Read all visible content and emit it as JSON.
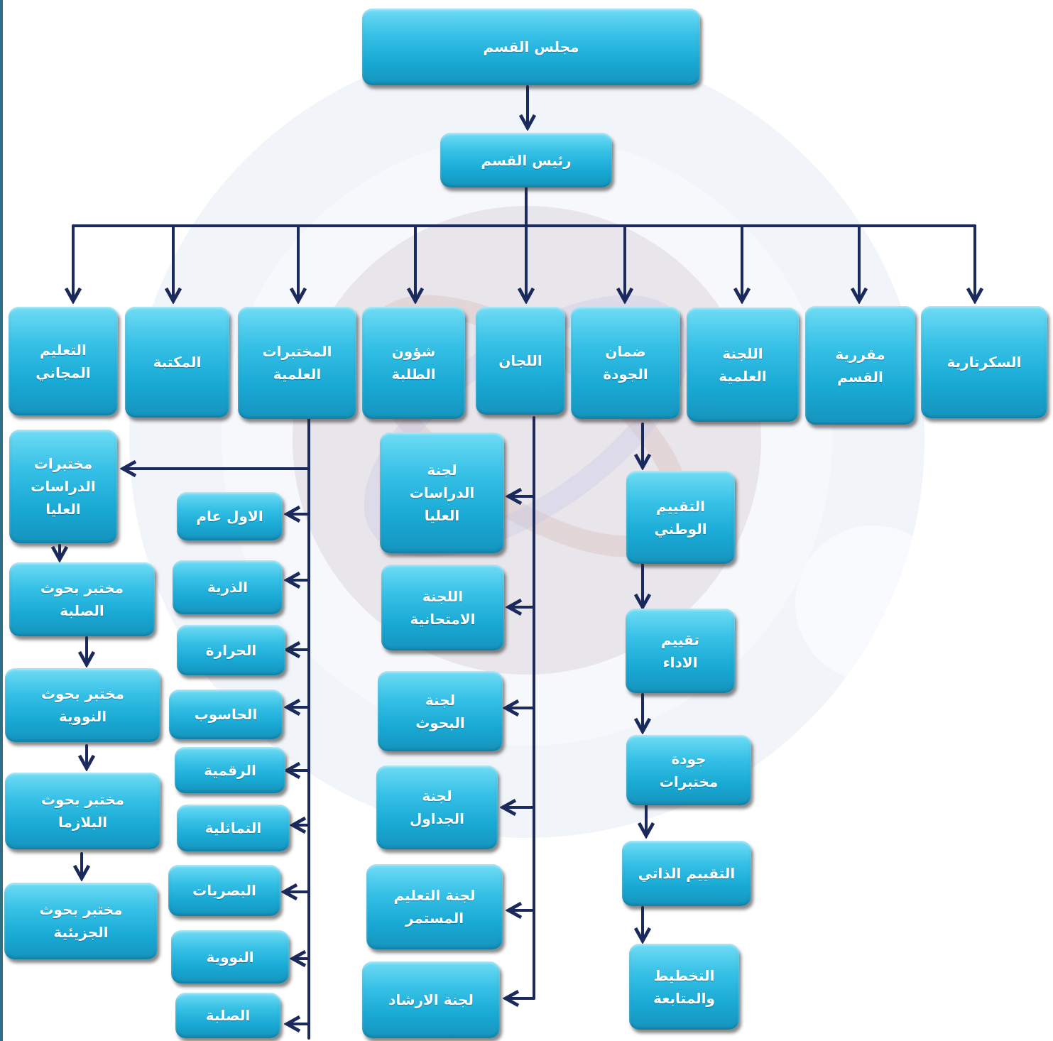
{
  "colors": {
    "box_top": "#6fdcf5",
    "box_bottom": "#1694bd",
    "line": "#1b2a5c",
    "text": "#ffffff"
  },
  "top": {
    "council": "مجلس القسم",
    "head": "رئيس القسم"
  },
  "departments": {
    "secretariat": "السكرتارية",
    "rapporteur": "مقررية\nالقسم",
    "scientific_committee": "اللجنة\nالعلمية",
    "quality_assurance": "ضمان\nالجودة",
    "committees": "اللجان",
    "student_affairs": "شؤون\nالطلبة",
    "scientific_labs": "المختبرات\nالعلمية",
    "library": "المكتبة",
    "free_education": "التعليم\nالمجاني"
  },
  "graduate_labs": {
    "title": "مختبرات\nالدراسات\nالعليا",
    "items": [
      "مختبر بحوث\nالصلبة",
      "مختبر بحوث\nالنووية",
      "مختبر بحوث\nالبلازما",
      "مختبر بحوث\nالجزيئية"
    ]
  },
  "scientific_labs_items": [
    "الاول عام",
    "الذرية",
    "الحرارة",
    "الحاسوب",
    "الرقمية",
    "التماثلية",
    "البصريات",
    "النووية",
    "الصلبة"
  ],
  "committees_items": [
    "لجنة\nالدراسات\nالعليا",
    "اللجنة\nالامتحانية",
    "لجنة\nالبحوث",
    "لجنة\nالجداول",
    "لجنة التعليم\nالمستمر",
    "لجنة الارشاد"
  ],
  "quality_items": [
    "التقييم\nالوطني",
    "تقييم\nالاداء",
    "جودة\nمختبرات",
    "التقييم الذاتي",
    "التخطيط\nوالمتابعة"
  ]
}
